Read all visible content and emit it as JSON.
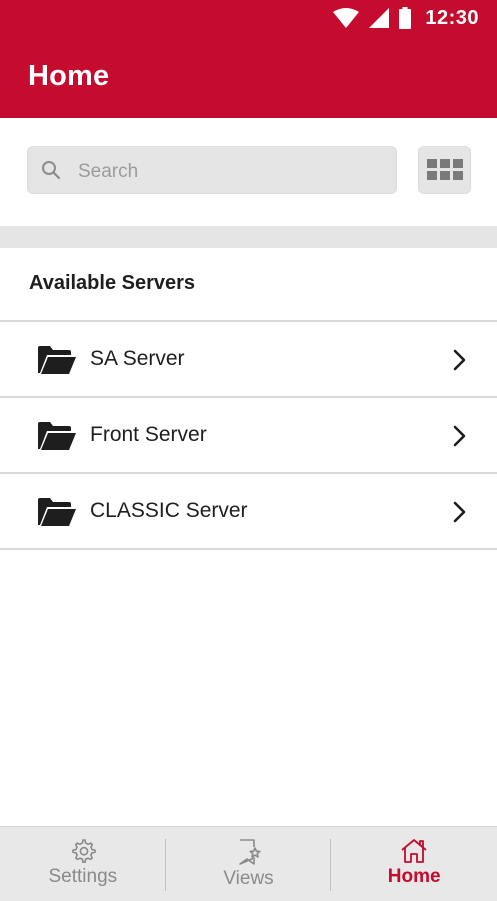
{
  "status_bar": {
    "time": "12:30"
  },
  "header": {
    "title": "Home"
  },
  "search": {
    "placeholder": "Search",
    "value": ""
  },
  "servers": {
    "section_title": "Available Servers",
    "items": [
      {
        "label": "SA Server"
      },
      {
        "label": "Front Server"
      },
      {
        "label": "CLASSIC Server"
      }
    ]
  },
  "bottom_nav": {
    "tabs": [
      {
        "label": "Settings",
        "icon": "gear-icon"
      },
      {
        "label": "Views",
        "icon": "bookmark-star-icon"
      },
      {
        "label": "Home",
        "icon": "home-icon",
        "active": true
      }
    ]
  },
  "colors": {
    "brand": "#c50b2e",
    "muted": "#8a8a8a",
    "surface": "#e5e5e5"
  }
}
